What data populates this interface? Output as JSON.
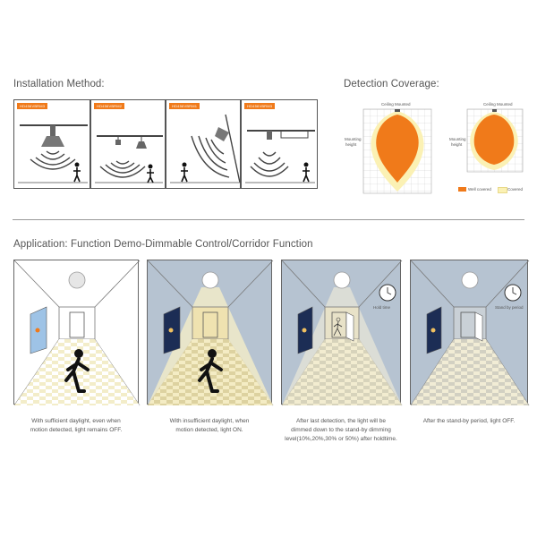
{
  "installation": {
    "heading": "Installation Method:",
    "panels": [
      {
        "tag": "HD456VBRM3"
      },
      {
        "tag": "HD456VBRM2"
      },
      {
        "tag": "HD456VBRM1"
      },
      {
        "tag": "HD456VBRM3"
      }
    ]
  },
  "coverage": {
    "heading": "Detection Coverage:",
    "charts": [
      {
        "top_label": "Ceiling Mounted",
        "side_label": [
          "Mounting",
          "height"
        ]
      },
      {
        "top_label": "Ceiling Mounted",
        "side_label": [
          "Mounting",
          "height"
        ]
      }
    ],
    "legend": [
      {
        "label": "Well covered",
        "color": "#f07a1a"
      },
      {
        "label": "Covered",
        "color": "#fbf1b4"
      }
    ]
  },
  "application": {
    "heading": "Application: Function Demo-Dimmable Control/Corridor Function",
    "scenes": [
      {
        "caption": [
          "With sufficient daylight, even when",
          "motion detected, light remains OFF."
        ],
        "note": ""
      },
      {
        "caption": [
          "With insufficient daylight, when",
          "motion detected, light ON."
        ],
        "note": ""
      },
      {
        "caption": [
          "After last detection, the light will be",
          "dimmed down to the stand-by dimming",
          "level(10%,20%,30% or 50%) after holdtime."
        ],
        "note": "Hold time"
      },
      {
        "caption": [
          "After the stand-by period, light OFF."
        ],
        "note": "Stand by period"
      }
    ]
  },
  "colors": {
    "accent": "#f07a1a",
    "covered": "#fbf1b4",
    "room_dark": "#b6c3d1",
    "floor_light": "#f3edc9"
  }
}
